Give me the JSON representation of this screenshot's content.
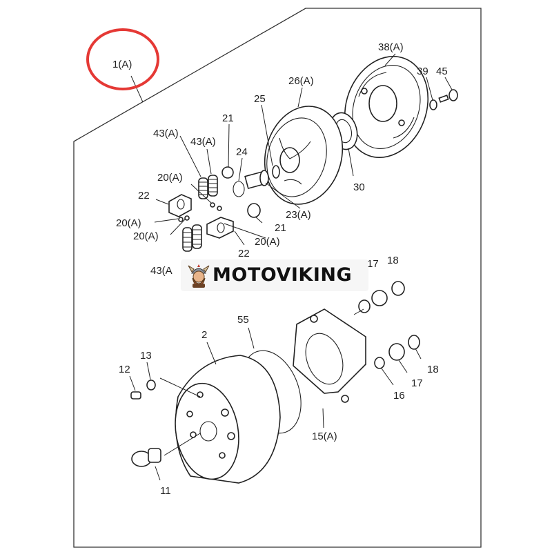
{
  "diagram": {
    "assembly_label": "1(A)",
    "highlight_color": "#e53935",
    "callouts": {
      "c38": "38(A)",
      "c39": "39",
      "c45": "45",
      "c26": "26(A)",
      "c25": "25",
      "c21a": "21",
      "c24": "24",
      "c43a": "43(A)",
      "c43b": "43(A)",
      "c20a": "20(A)",
      "c22a": "22",
      "c20b": "20(A)",
      "c20c": "20(A)",
      "c21b": "21",
      "c23": "23(A)",
      "c30": "30",
      "c20d": "20(A)",
      "c22b": "22",
      "c43c": "43(A",
      "c17a": "17",
      "c18a": "18",
      "c55": "55",
      "c2": "2",
      "c12": "12",
      "c13": "13",
      "c18b": "18",
      "c17b": "17",
      "c16": "16",
      "c15": "15(A)",
      "c11": "11"
    }
  },
  "watermark": {
    "brand": "MOTOVIKING",
    "logo_icon": "viking-mascot-icon"
  }
}
